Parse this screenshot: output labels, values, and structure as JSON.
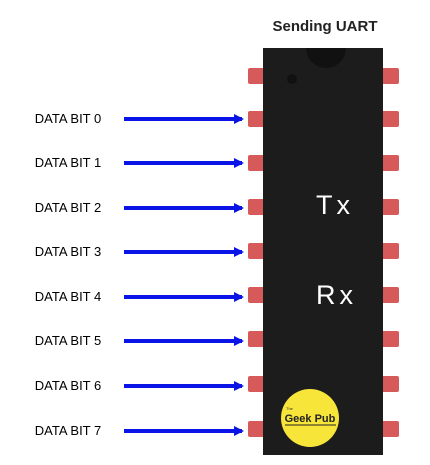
{
  "title": "Sending UART",
  "data_bits": [
    "DATA BIT 0",
    "DATA BIT 1",
    "DATA BIT 2",
    "DATA BIT 3",
    "DATA BIT 4",
    "DATA BIT 5",
    "DATA BIT 6",
    "DATA BIT 7"
  ],
  "chip": {
    "tx_label": "Tx",
    "rx_label": "Rx",
    "logo_small": "The",
    "logo_text": "Geek Pub"
  },
  "colors": {
    "arrow": "#0a14e6",
    "chip_body": "#1c1c1c",
    "pin": "#d65a5a",
    "logo": "#f7e53a"
  }
}
